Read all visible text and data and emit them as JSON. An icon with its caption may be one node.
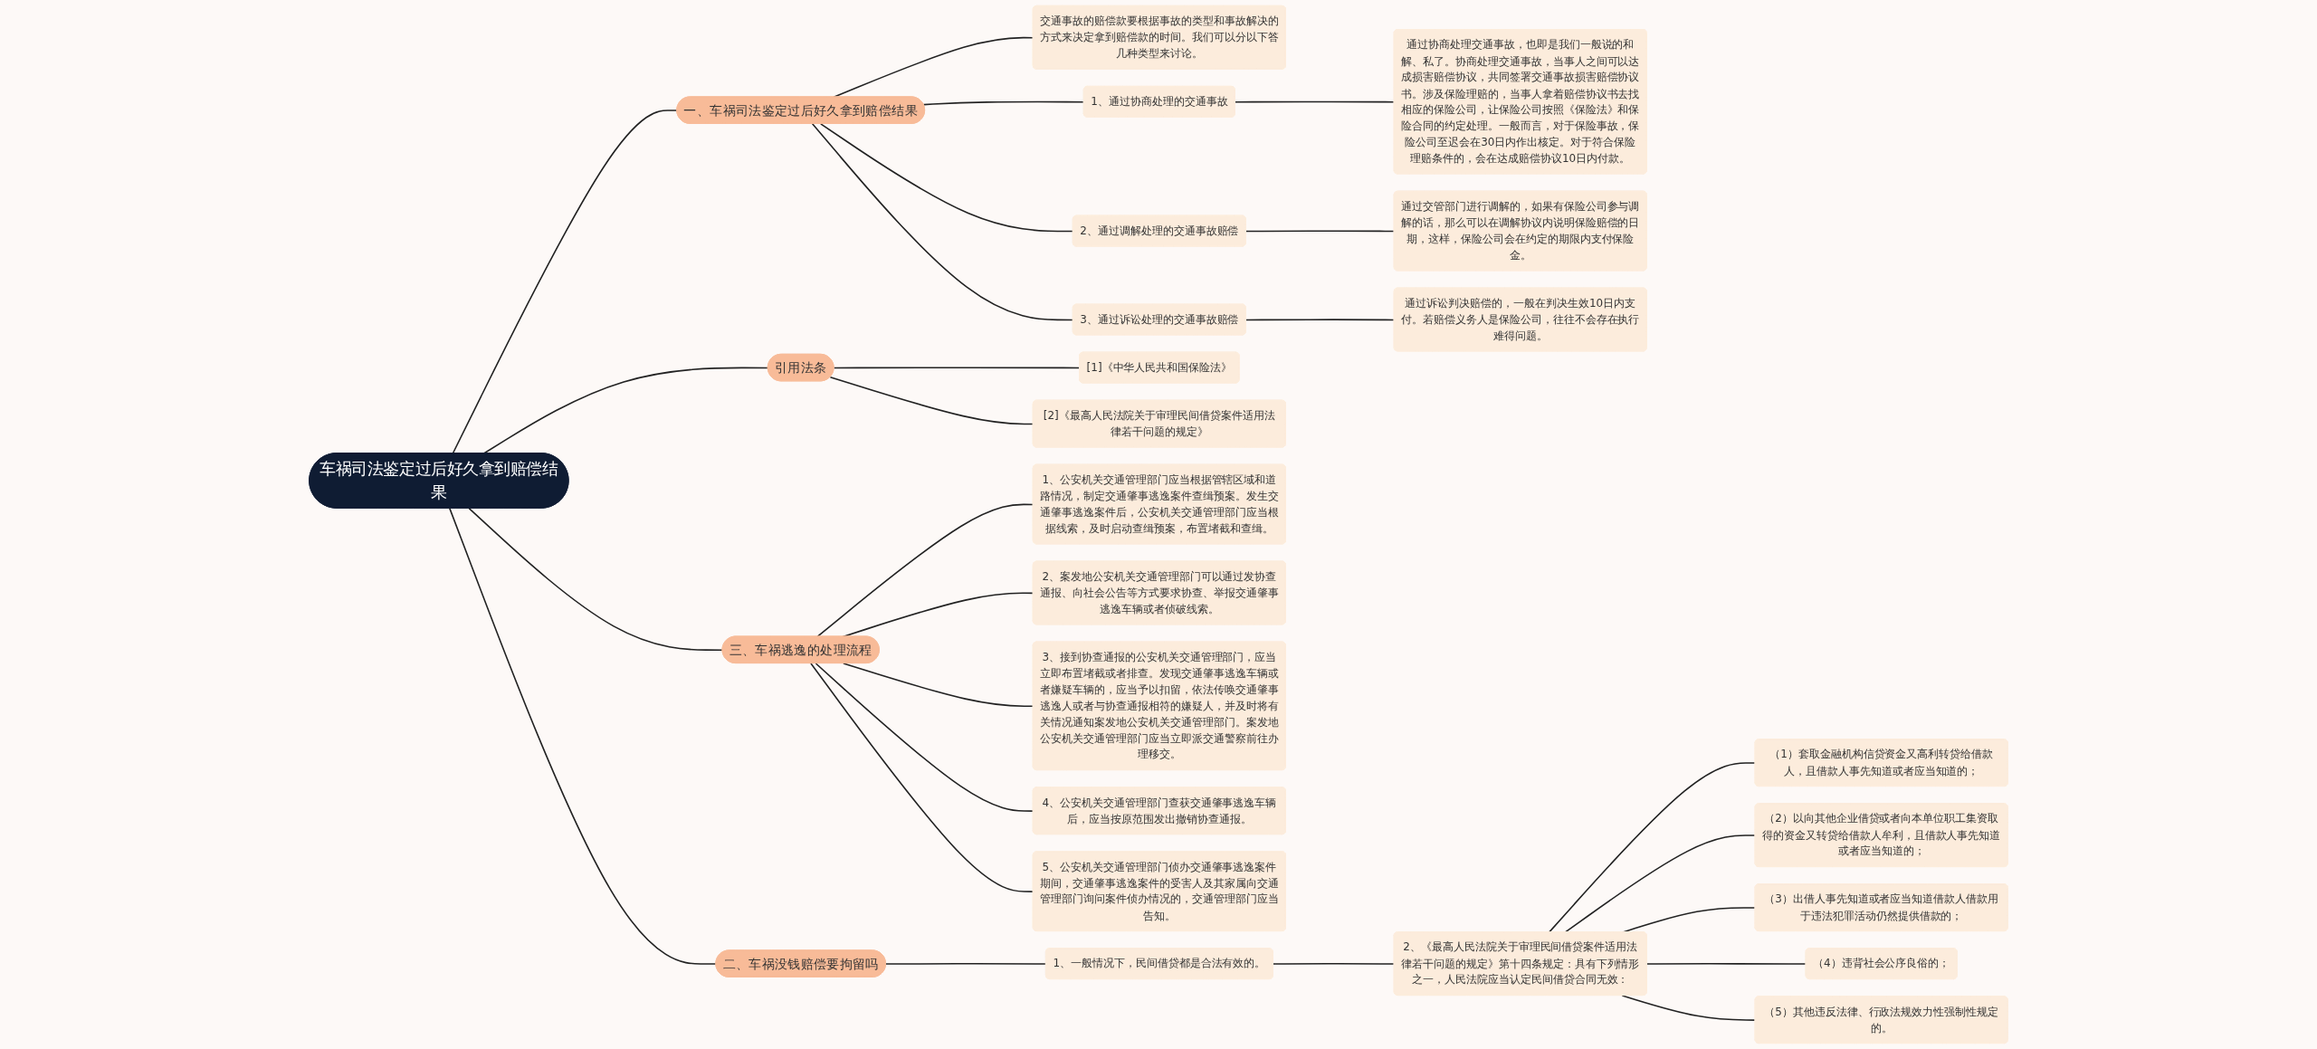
{
  "diagram": {
    "nodes": [
      {
        "text": [
          "车祸司法鉴定过后好久拿到赔偿结果"
        ]
      },
      {
        "text": [
          "一、车祸司法鉴定过后好久拿到赔偿结果"
        ]
      },
      {
        "text": [
          "交通事故的赔偿款要根据事故的类型和事故解决的方式来决定拿到赔偿款的时间。我们可以分以下答几种类型来讨论。"
        ]
      },
      {
        "text": [
          "1、通过协商处理的交通事故"
        ]
      },
      {
        "text": [
          "通过协商处理交通事故，也即是我们一般说的和解、私了。协商处理交通事故，当事人之间可以达成损害赔偿协议，共同签署交通事故损害赔偿协议书。涉及保险理赔的，当事人拿着赔偿协议书去找相应的保险公司，让保险公司按照《保险法》和保险合同的约定处理。一般而言，对于保险事故，保险公司至迟会在30日内作出核定。对于符合保险理赔条件的，会在达成赔偿协议10日内付款。"
        ]
      },
      {
        "text": [
          "2、通过调解处理的交通事故赔偿"
        ]
      },
      {
        "text": [
          "通过交管部门进行调解的，如果有保险公司参与调解的话，那么可以在调解协议内说明保险赔偿的日期，这样，保险公司会在约定的期限内支付保险金。"
        ]
      },
      {
        "text": [
          "3、通过诉讼处理的交通事故赔偿"
        ]
      },
      {
        "text": [
          "通过诉讼判决赔偿的，一般在判决生效10日内支付。若赔偿义务人是保险公司，往往不会存在执行难得问题。"
        ]
      },
      {
        "text": [
          "二、车祸没钱赔偿要拘留吗"
        ]
      },
      {
        "text": [
          "1、一般情况下，民间借贷都是合法有效的。"
        ]
      },
      {
        "text": [
          "2、《最高人民法院关于审理民间借贷案件适用法律若干问题的规定》第十四条规定：具有下列情形之一，人民法院应当认定民间借贷合同无效："
        ]
      },
      {
        "text": [
          "（1）套取金融机构信贷资金又高利转贷给借款人，且借款人事先知道或者应当知道的；"
        ]
      },
      {
        "text": [
          "（2）以向其他企业借贷或者向本单位职工集资取得的资金又转贷给借款人牟利，且借款人事先知道或者应当知道的；"
        ]
      },
      {
        "text": [
          "（3）出借人事先知道或者应当知道借款人借款用于违法犯罪活动仍然提供借款的；"
        ]
      },
      {
        "text": [
          "（4）违背社会公序良俗的；"
        ]
      },
      {
        "text": [
          "（5）其他违反法律、行政法规效力性强制性规定的。"
        ]
      },
      {
        "text": [
          "引用法条"
        ]
      },
      {
        "text": [
          "[1]《中华人民共和国保险法》"
        ]
      },
      {
        "text": [
          "[2]《最高人民法院关于审理民间借贷案件适用法律若干问题的规定》"
        ]
      },
      {
        "text": [
          "三、车祸逃逸的处理流程"
        ]
      },
      {
        "text": [
          "1、公安机关交通管理部门应当根据管辖区域和道路情况，制定交通肇事逃逸案件查缉预案。发生交通肇事逃逸案件后，公安机关交通管理部门应当根据线索，及时启动查缉预案，布置堵截和查缉。"
        ]
      },
      {
        "text": [
          "2、案发地公安机关交通管理部门可以通过发协查通报、向社会公告等方式要求协查、举报交通肇事逃逸车辆或者侦破线索。"
        ]
      },
      {
        "text": [
          "3、接到协查通报的公安机关交通管理部门，应当立即布置堵截或者排查。发现交通肇事逃逸车辆或者嫌疑车辆的，应当予以扣留，依法传唤交通肇事逃逸人或者与协查通报相符的嫌疑人，并及时将有关情况通知案发地公安机关交通管理部门。案发地公安机关交通管理部门应当立即派交通警察前往办理移交。"
        ]
      },
      {
        "text": [
          "4、公安机关交通管理部门查获交通肇事逃逸车辆后，应当按原范围发出撤销协查通报。"
        ]
      },
      {
        "text": [
          "5、公安机关交通管理部门侦办交通肇事逃逸案件期间，交通肇事逃逸案件的受害人及其家属向交通管理部门询问案件侦办情况的，交通管理部门应当告知。"
        ]
      }
    ],
    "edges": [
      {
        "from": 0,
        "to": 1,
        "arrow": "none"
      },
      {
        "from": 1,
        "to": 2,
        "arrow": "none"
      },
      {
        "from": 1,
        "to": 3,
        "arrow": "none"
      },
      {
        "from": 3,
        "to": 4,
        "arrow": "none"
      },
      {
        "from": 1,
        "to": 5,
        "arrow": "none"
      },
      {
        "from": 5,
        "to": 6,
        "arrow": "none"
      },
      {
        "from": 1,
        "to": 7,
        "arrow": "none"
      },
      {
        "from": 7,
        "to": 8,
        "arrow": "none"
      },
      {
        "from": 0,
        "to": 9,
        "arrow": "none"
      },
      {
        "from": 9,
        "to": 10,
        "arrow": "none"
      },
      {
        "from": 10,
        "to": 11,
        "arrow": "none"
      },
      {
        "from": 11,
        "to": 12,
        "arrow": "none"
      },
      {
        "from": 11,
        "to": 13,
        "arrow": "none"
      },
      {
        "from": 11,
        "to": 14,
        "arrow": "none"
      },
      {
        "from": 11,
        "to": 15,
        "arrow": "none"
      },
      {
        "from": 11,
        "to": 16,
        "arrow": "none"
      },
      {
        "from": 0,
        "to": 17,
        "arrow": "none"
      },
      {
        "from": 17,
        "to": 18,
        "arrow": "none"
      },
      {
        "from": 17,
        "to": 19,
        "arrow": "none"
      },
      {
        "from": 0,
        "to": 20,
        "arrow": "none"
      },
      {
        "from": 20,
        "to": 21,
        "arrow": "none"
      },
      {
        "from": 20,
        "to": 22,
        "arrow": "none"
      },
      {
        "from": 20,
        "to": 23,
        "arrow": "none"
      },
      {
        "from": 20,
        "to": 24,
        "arrow": "none"
      },
      {
        "from": 20,
        "to": 25,
        "arrow": "none"
      }
    ]
  }
}
